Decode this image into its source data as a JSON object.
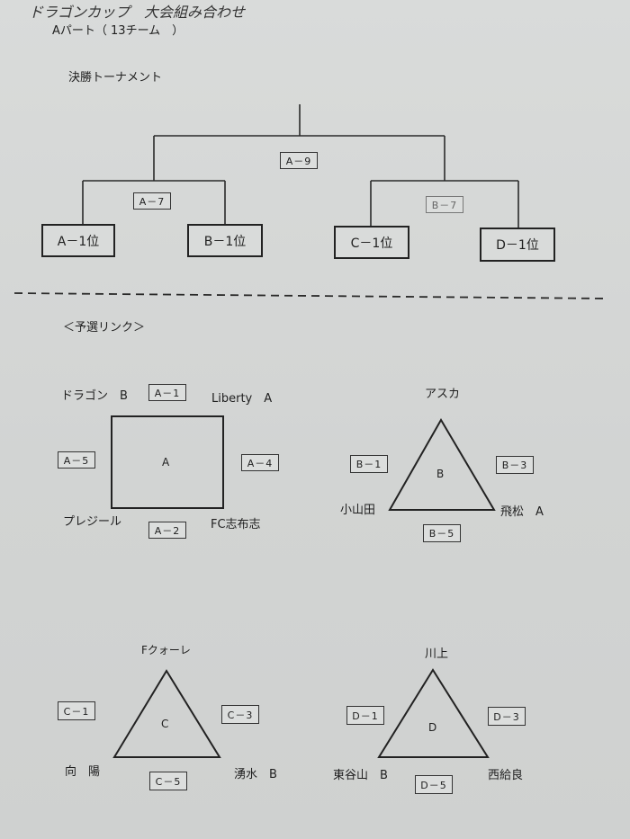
{
  "header": {
    "title": "ドラゴンカップ　大会組み合わせ",
    "subtitle": "Aパート（ 13チーム　）"
  },
  "final": {
    "heading": "決勝トーナメント",
    "match_final": "A－9",
    "match_left": "A－7",
    "match_right": "B－7",
    "seeds": [
      "A－1位",
      "B－1位",
      "C－1位",
      "D－1位"
    ]
  },
  "prelim": {
    "heading": "＜予選リンク＞",
    "groups": [
      {
        "center": "A",
        "teams": [
          "ドラゴン　B",
          "Liberty　A",
          "プレジール",
          "FC志布志"
        ],
        "matches": [
          "A－1",
          "A－5",
          "A－4",
          "A－2"
        ]
      },
      {
        "center": "B",
        "teams": [
          "アスカ",
          "小山田",
          "飛松　A"
        ],
        "matches": [
          "B－1",
          "B－3",
          "B－5"
        ]
      },
      {
        "center": "C",
        "teams": [
          "Fクォーレ",
          "向　陽",
          "湧水　B"
        ],
        "matches": [
          "C－1",
          "C－3",
          "C－5"
        ]
      },
      {
        "center": "D",
        "teams": [
          "川上",
          "東谷山　B",
          "西給良"
        ],
        "matches": [
          "D－1",
          "D－3",
          "D－5"
        ]
      }
    ]
  }
}
